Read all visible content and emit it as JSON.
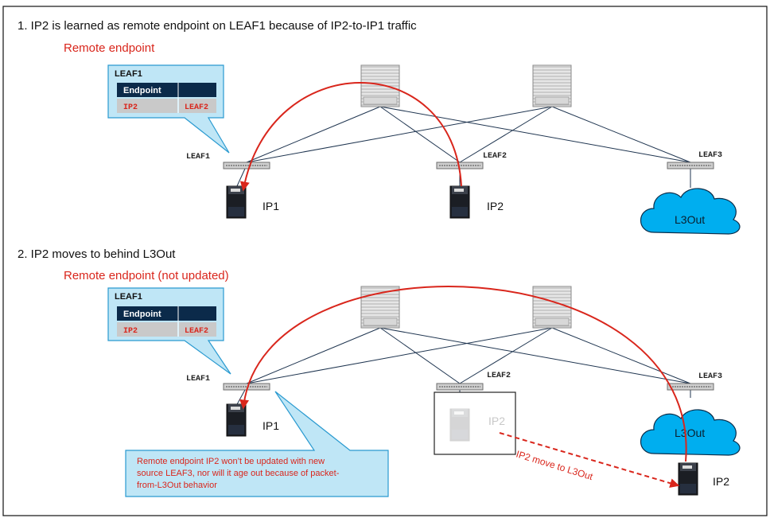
{
  "section1": {
    "title": "1. IP2 is learned as remote endpoint on LEAF1 because of IP2-to-IP1 traffic",
    "subtitle": "Remote endpoint"
  },
  "section2": {
    "title": "2. IP2 moves to behind L3Out",
    "subtitle": "Remote endpoint (not updated)",
    "note_lines": [
      "Remote endpoint IP2 won’t be updated with new",
      "source LEAF3, nor will it age out because of packet-",
      "from-L3Out behavior"
    ],
    "move_label": "IP2 move to L3Out"
  },
  "callout": {
    "title": "LEAF1",
    "header": "Endpoint",
    "row_ip": "IP2",
    "row_leaf": "LEAF2"
  },
  "switches": {
    "leaf1": "LEAF1",
    "leaf2": "LEAF2",
    "leaf3": "LEAF3"
  },
  "hosts": {
    "ip1": "IP1",
    "ip2": "IP2"
  },
  "cloud": "L3Out",
  "colors": {
    "arrow": "#d9261c",
    "callout_fill": "#bfe6f6",
    "callout_border": "#2a9ad0",
    "cloud_fill": "#00aeef",
    "table_header": "#0b2a4a",
    "link": "#1f3550"
  }
}
